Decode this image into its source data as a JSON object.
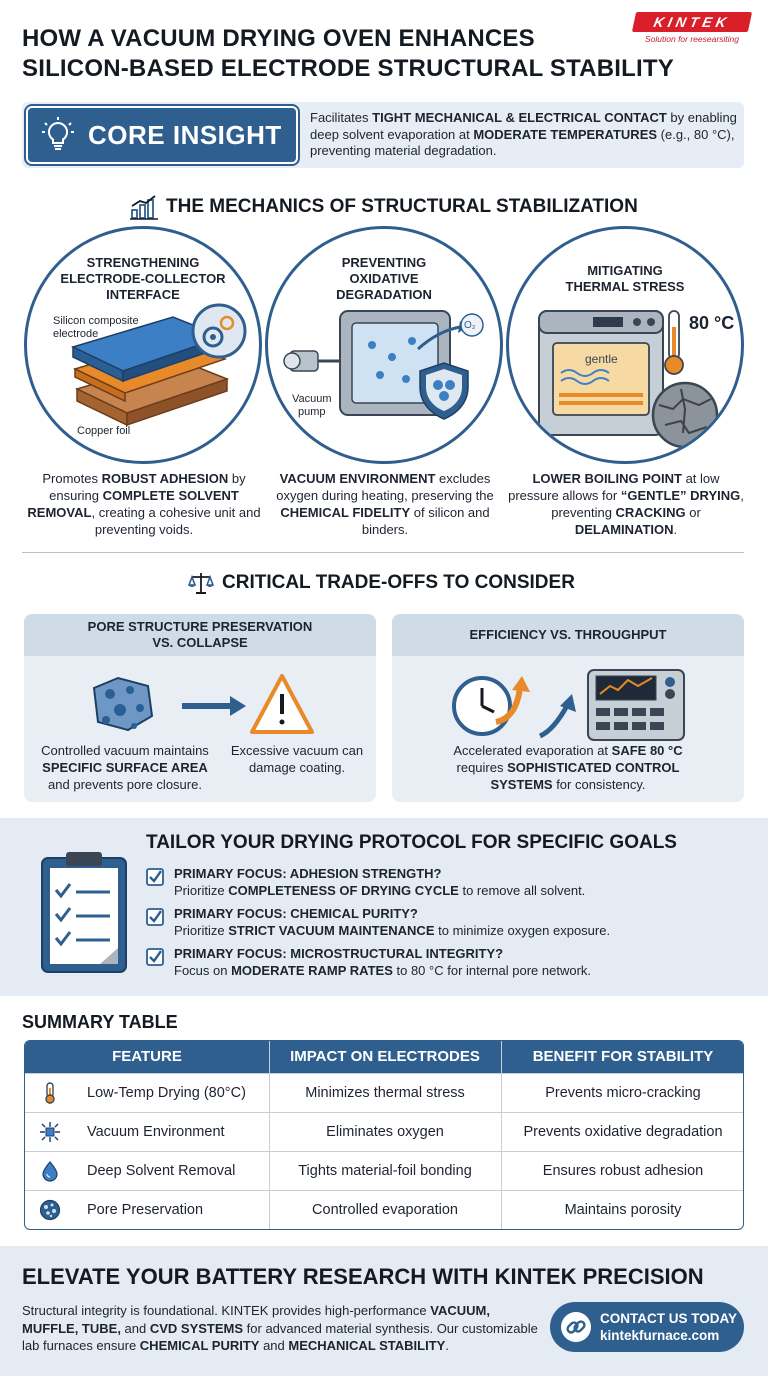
{
  "header": {
    "title_line1": "HOW A VACUUM DRYING OVEN ENHANCES",
    "title_line2": "SILICON-BASED ELECTRODE STRUCTURAL STABILITY",
    "logo_text": "KINTEK",
    "logo_tagline": "Solution for reesearsiting"
  },
  "core_insight": {
    "label": "CORE INSIGHT",
    "text_pre": "Facilitates ",
    "text_b1": "TIGHT MECHANICAL & ELECTRICAL CONTACT",
    "text_mid": " by enabling deep solvent evaporation at ",
    "text_b2": "MODERATE TEMPERATURES",
    "text_post": " (e.g., 80 °C), preventing material degradation."
  },
  "mechanics": {
    "heading": "THE MECHANICS OF STRUCTURAL STABILIZATION",
    "items": [
      {
        "title_l1": "STRENGTHENING",
        "title_l2": "ELECTRODE-COLLECTOR",
        "title_l3": "INTERFACE",
        "label_a": "Silicon composite",
        "label_b": "electrode",
        "label_c": "Copper foil",
        "desc_pre": "Promotes ",
        "desc_b1": "ROBUST ADHESION",
        "desc_mid": " by ensuring ",
        "desc_b2": "COMPLETE SOLVENT REMOVAL",
        "desc_post": ", creating a cohesive unit and preventing voids."
      },
      {
        "title_l1": "PREVENTING",
        "title_l2": "OXIDATIVE",
        "title_l3": "DEGRADATION",
        "label_a": "Vacuum",
        "label_b": "pump",
        "label_o2": "O₂",
        "desc_b1": "VACUUM ENVIRONMENT",
        "desc_mid": " excludes oxygen during heating, preserving the ",
        "desc_b2": "CHEMICAL FIDELITY",
        "desc_post": " of silicon and binders."
      },
      {
        "title_l1": "MITIGATING",
        "title_l2": "THERMAL STRESS",
        "label_temp": "80 °C",
        "label_gentle": "gentle",
        "desc_b1": "LOWER BOILING POINT",
        "desc_mid": " at low pressure allows for ",
        "desc_b2": "“GENTLE” DRYING",
        "desc_mid2": ", preventing ",
        "desc_b3": "CRACKING",
        "desc_mid3": " or ",
        "desc_b4": "DELAMINATION",
        "desc_post": "."
      }
    ]
  },
  "tradeoffs": {
    "heading": "CRITICAL TRADE-OFFS TO CONSIDER",
    "left": {
      "head_l1": "PORE STRUCTURE PRESERVATION",
      "head_l2": "VS. COLLAPSE",
      "text_a_pre": "Controlled vacuum maintains ",
      "text_a_b": "SPECIFIC SURFACE AREA",
      "text_a_post": " and prevents pore closure.",
      "text_b": "Excessive vacuum can damage coating."
    },
    "right": {
      "head": "EFFICIENCY VS. THROUGHPUT",
      "text_pre": "Accelerated evaporation at ",
      "text_b1": "SAFE 80 °C",
      "text_mid": " requires ",
      "text_b2": "SOPHISTICATED CONTROL SYSTEMS",
      "text_post": " for consistency."
    }
  },
  "tailor": {
    "heading": "TAILOR YOUR DRYING PROTOCOL FOR SPECIFIC GOALS",
    "items": [
      {
        "head": "PRIMARY FOCUS: ADHESION STRENGTH?",
        "pre": "Prioritize ",
        "bold": "COMPLETENESS OF DRYING CYCLE",
        "post": " to remove all solvent."
      },
      {
        "head": "PRIMARY FOCUS: CHEMICAL PURITY?",
        "pre": "Prioritize ",
        "bold": "STRICT VACUUM MAINTENANCE",
        "post": " to minimize oxygen exposure."
      },
      {
        "head": "PRIMARY FOCUS: MICROSTRUCTURAL INTEGRITY?",
        "pre": "Focus on ",
        "bold": "MODERATE RAMP RATES",
        "post": " to 80 °C for internal pore network."
      }
    ]
  },
  "summary": {
    "heading": "SUMMARY TABLE",
    "columns": [
      "FEATURE",
      "IMPACT ON ELECTRODES",
      "BENEFIT FOR STABILITY"
    ],
    "rows": [
      {
        "icon": "thermometer-icon",
        "feature": "Low-Temp Drying (80°C)",
        "impact": "Minimizes thermal stress",
        "benefit": "Prevents micro-cracking"
      },
      {
        "icon": "vacuum-chip-icon",
        "feature": "Vacuum Environment",
        "impact": "Eliminates oxygen",
        "benefit": "Prevents oxidative degradation"
      },
      {
        "icon": "droplet-icon",
        "feature": "Deep Solvent Removal",
        "impact": "Tights material-foil bonding",
        "benefit": "Ensures robust adhesion"
      },
      {
        "icon": "porous-sphere-icon",
        "feature": "Pore Preservation",
        "impact": "Controlled evaporation",
        "benefit": "Maintains porosity"
      }
    ]
  },
  "footer": {
    "heading": "ELEVATE YOUR BATTERY RESEARCH WITH KINTEK PRECISION",
    "text_pre": "Structural integrity is foundational. KINTEK provides high-performance ",
    "text_b1": "VACUUM, MUFFLE, TUBE,",
    "text_mid": " and ",
    "text_b2": "CVD SYSTEMS",
    "text_mid2": " for advanced material synthesis. Our customizable lab furnaces ensure ",
    "text_b3": "CHEMICAL PURITY",
    "text_mid3": " and ",
    "text_b4": "MECHANICAL STABILITY",
    "text_post": ".",
    "cta_line1": "CONTACT US TODAY",
    "cta_line2": "kintekfurnace.com"
  },
  "colors": {
    "primary": "#2f5f8f",
    "panel": "#e4ebf2",
    "accent_orange": "#e8892a",
    "brand_red": "#d91f2a"
  }
}
